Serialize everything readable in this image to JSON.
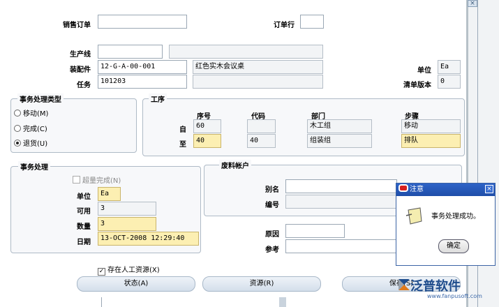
{
  "order": {
    "sales_order_label": "销售订单",
    "sales_order_value": "",
    "order_line_label": "订单行",
    "order_line_value": "",
    "production_line_label": "生产线",
    "production_line_value": "",
    "production_line_desc": "",
    "assembly_label": "装配件",
    "assembly_value": "12-G-A-00-001",
    "assembly_desc": "红色实木会议桌",
    "task_label": "任务",
    "task_value": "101203",
    "task_desc": "",
    "uom_label": "单位",
    "uom_value": "Ea",
    "bom_version_label": "清单版本",
    "bom_version_value": "0"
  },
  "transaction_type": {
    "title": "事务处理类型",
    "options": [
      {
        "label": "移动(M)",
        "selected": false
      },
      {
        "label": "完成(C)",
        "selected": false
      },
      {
        "label": "退货(U)",
        "selected": true
      }
    ]
  },
  "operations": {
    "title": "工序",
    "col_seq": "序号",
    "col_code": "代码",
    "col_dept": "部门",
    "col_step": "步骤",
    "from_label": "自",
    "to_label": "至",
    "from": {
      "seq": "60",
      "code": "",
      "dept": "木工组",
      "step": "移动"
    },
    "to": {
      "seq": "40",
      "code": "40",
      "dept": "组装组",
      "step": "排队"
    }
  },
  "transaction": {
    "title": "事务处理",
    "overcomplete_label": "超量完成(N)",
    "uom_label": "单位",
    "uom_value": "Ea",
    "available_label": "可用",
    "available_value": "3",
    "quantity_label": "数量",
    "quantity_value": "3",
    "date_label": "日期",
    "date_value": "13-OCT-2008 12:29:40"
  },
  "scrap_account": {
    "title": "废料帐户",
    "alias_label": "别名",
    "alias_value": "",
    "number_label": "编号",
    "number_value": "",
    "reason_label": "原因",
    "reason_value": "",
    "reference_label": "参考",
    "reference_value": ""
  },
  "labor_resource": {
    "label": "存在人工资源(X)",
    "checked": true
  },
  "buttons": {
    "status": "状态(A)",
    "resource": "资源(R)",
    "save": "保存(S)"
  },
  "dialog": {
    "title": "注意",
    "message": "事务处理成功。",
    "ok": "确定"
  },
  "watermark": {
    "brand": "泛普软件",
    "url": "www.fanpusoft.com"
  },
  "colors": {
    "required_field": "#fcefb2",
    "dialog_title": "#2e63c7",
    "brand": "#1e4c8c"
  }
}
